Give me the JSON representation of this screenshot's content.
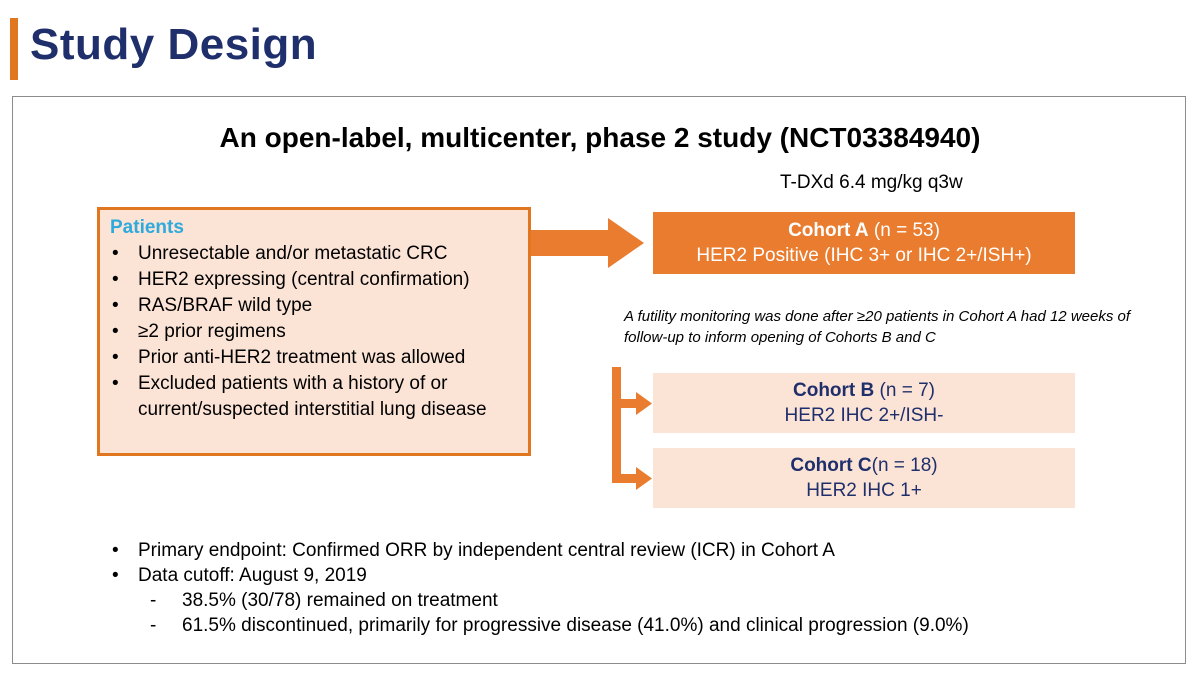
{
  "title": "Study Design",
  "subtitle": "An open‐label, multicenter, phase 2 study (NCT03384940)",
  "dose": "T-DXd 6.4 mg/kg q3w",
  "patients": {
    "heading": "Patients",
    "bullet_glyph": "•",
    "items": [
      "Unresectable and/or metastatic CRC",
      "HER2 expressing (central confirmation)",
      "RAS/BRAF wild type",
      "≥2 prior regimens",
      "Prior anti-HER2 treatment was allowed",
      "Excluded patients with a history of or current/suspected interstitial lung disease"
    ]
  },
  "cohorts": {
    "a": {
      "name": "Cohort A",
      "n": " (n = 53)",
      "desc": "HER2 Positive (IHC 3+ or IHC 2+/ISH+)"
    },
    "b": {
      "name": "Cohort B",
      "n": " (n = 7)",
      "desc": "HER2 IHC 2+/ISH-"
    },
    "c": {
      "name": "Cohort C",
      "n": "(n = 18)",
      "desc": "HER2 IHC 1+"
    }
  },
  "futility_note": "A futility monitoring was done after ≥20 patients in Cohort A had 12 weeks of follow-up to inform opening of Cohorts B and C",
  "endpoints": {
    "bullet_glyph": "•",
    "dash_glyph": "-",
    "primary": "Primary endpoint: Confirmed ORR by independent central review (ICR) in Cohort A",
    "cutoff": "Data cutoff: August 9, 2019",
    "sub": [
      "38.5% (30/78) remained on treatment",
      "61.5% discontinued, primarily for progressive disease (41.0%) and clinical progression (9.0%)"
    ]
  },
  "colors": {
    "accent_orange": "#e0761f",
    "title_navy": "#1f2f6b",
    "patients_heading_blue": "#2eaadc",
    "light_peach": "#fbe3d6"
  }
}
